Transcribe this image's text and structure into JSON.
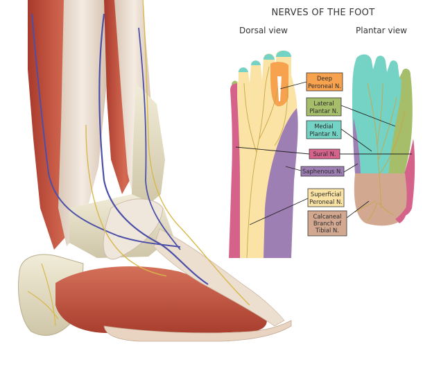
{
  "title": "NERVES OF THE FOOT",
  "views": {
    "dorsal": "Dorsal view",
    "plantar": "Plantar view"
  },
  "labels": {
    "deep_peroneal": [
      "Deep",
      "Peroneal N."
    ],
    "lateral_plantar": [
      "Lateral",
      "Plantar N."
    ],
    "medial_plantar": [
      "Medial",
      "Plantar N."
    ],
    "sural": [
      "Sural N."
    ],
    "saphenous": [
      "Saphenous N."
    ],
    "superficial_peroneal": [
      "Superficial",
      "Peroneal N."
    ],
    "calcaneal": [
      "Calcaneal",
      "Branch of",
      "Tibial N."
    ]
  },
  "colors": {
    "deep_peroneal": "#f6a24e",
    "lateral_plantar": "#a6bd6a",
    "medial_plantar": "#74d3c4",
    "sural": "#d4628a",
    "saphenous": "#9d7fb4",
    "superficial_peroneal": "#fbe3a6",
    "calcaneal": "#d2a890",
    "muscle": "#c4573f",
    "tendon": "#e8d9c9",
    "bone": "#e6dfc6",
    "vein": "#4b4fa8",
    "nerve_line": "#c9a648"
  }
}
